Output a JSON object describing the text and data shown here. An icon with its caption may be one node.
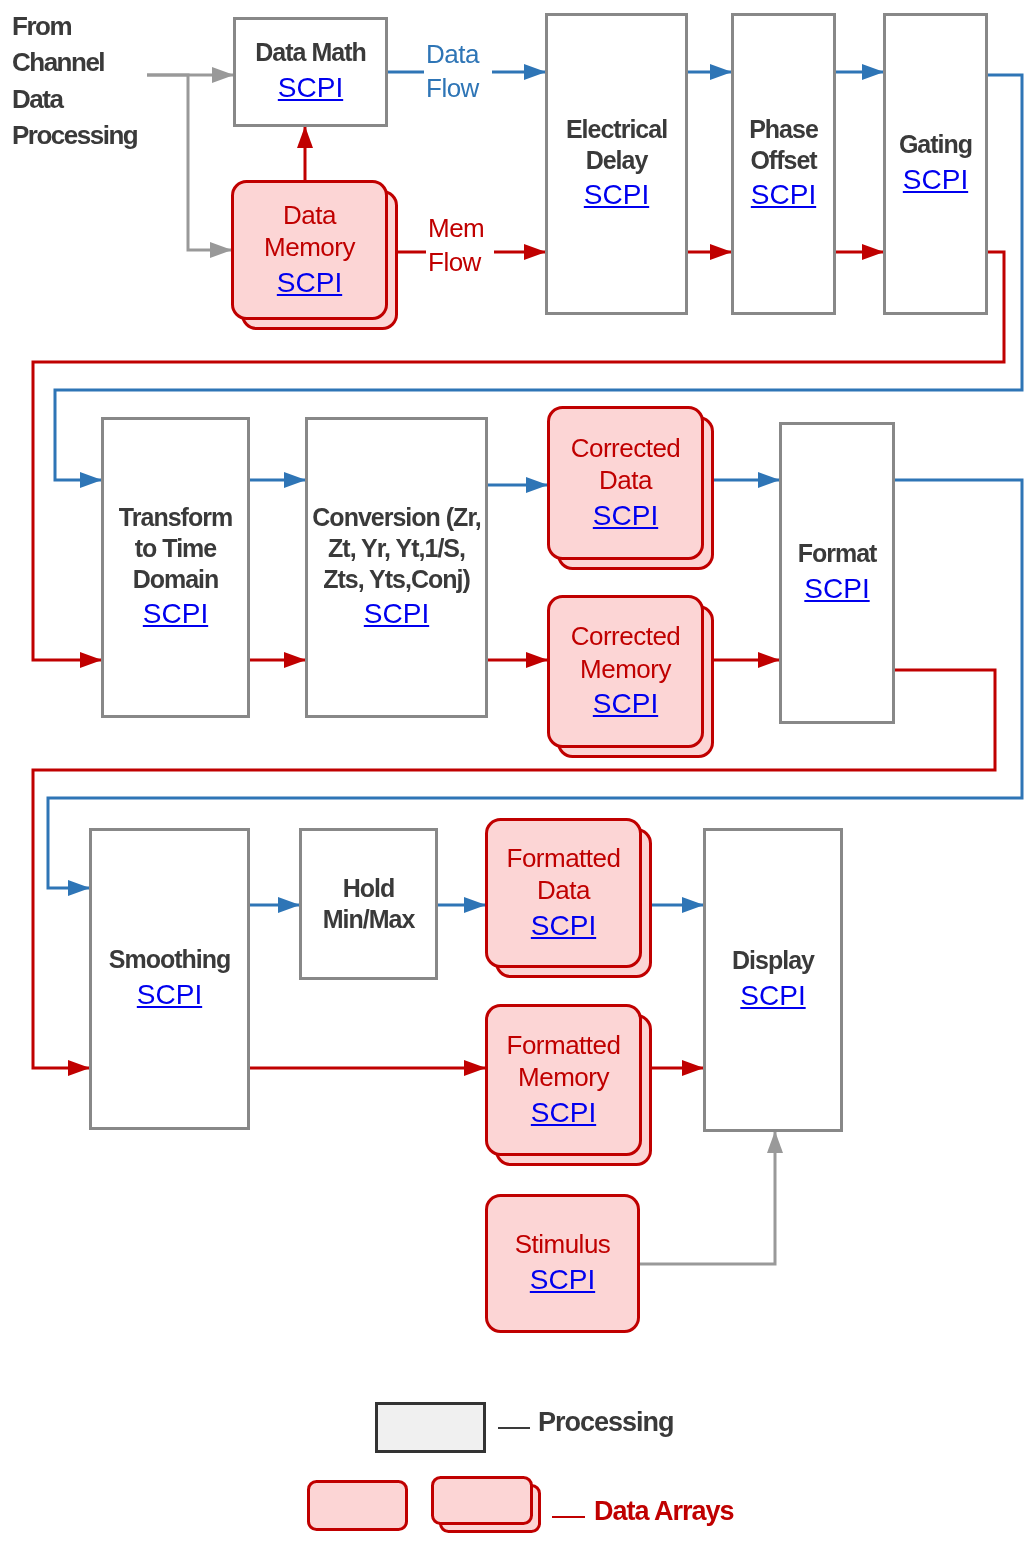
{
  "diagram": {
    "nodes": [
      {
        "text": [
          "From Channel Data Processing"
        ]
      },
      {
        "text": [
          "Data Math",
          "SCPI"
        ]
      },
      {
        "text": [
          "Data Memory",
          "SCPI"
        ]
      },
      {
        "text": [
          "Electrical Delay",
          "SCPI"
        ]
      },
      {
        "text": [
          "Phase Offset",
          "SCPI"
        ]
      },
      {
        "text": [
          "Gating",
          "SCPI"
        ]
      },
      {
        "text": [
          "Transform to Time Domain",
          "SCPI"
        ]
      },
      {
        "text": [
          "Conversion (Zr, Zt, Yr, Yt,1/S, Zts, Yts,Conj)",
          "SCPI"
        ]
      },
      {
        "text": [
          "Corrected Data",
          "SCPI"
        ]
      },
      {
        "text": [
          "Corrected Memory",
          "SCPI"
        ]
      },
      {
        "text": [
          "Format",
          "SCPI"
        ]
      },
      {
        "text": [
          "Smoothing",
          "SCPI"
        ]
      },
      {
        "text": [
          "Hold Min/Max"
        ]
      },
      {
        "text": [
          "Formatted Data",
          "SCPI"
        ]
      },
      {
        "text": [
          "Formatted Memory",
          "SCPI"
        ]
      },
      {
        "text": [
          "Display",
          "SCPI"
        ]
      },
      {
        "text": [
          "Stimulus",
          "SCPI"
        ]
      }
    ],
    "edges": [
      {
        "from": 0,
        "to": 1,
        "arrow": "to",
        "color": "#999999"
      },
      {
        "from": 0,
        "to": 2,
        "arrow": "to",
        "color": "#999999"
      },
      {
        "from": 2,
        "to": 1,
        "arrow": "to",
        "color": "#c00000"
      },
      {
        "from": 1,
        "to": 3,
        "arrow": "to",
        "label": "Data Flow",
        "color": "#2e75b6"
      },
      {
        "from": 2,
        "to": 3,
        "arrow": "to",
        "label": "Mem Flow",
        "color": "#c00000"
      },
      {
        "from": 3,
        "to": 4,
        "arrow": "to",
        "color": "#2e75b6"
      },
      {
        "from": 3,
        "to": 4,
        "arrow": "to",
        "color": "#c00000"
      },
      {
        "from": 4,
        "to": 5,
        "arrow": "to",
        "color": "#2e75b6"
      },
      {
        "from": 4,
        "to": 5,
        "arrow": "to",
        "color": "#c00000"
      },
      {
        "from": 5,
        "to": 6,
        "arrow": "to",
        "color": "#2e75b6"
      },
      {
        "from": 5,
        "to": 6,
        "arrow": "to",
        "color": "#c00000"
      },
      {
        "from": 6,
        "to": 7,
        "arrow": "to",
        "color": "#2e75b6"
      },
      {
        "from": 6,
        "to": 7,
        "arrow": "to",
        "color": "#c00000"
      },
      {
        "from": 7,
        "to": 8,
        "arrow": "to",
        "color": "#2e75b6"
      },
      {
        "from": 7,
        "to": 9,
        "arrow": "to",
        "color": "#c00000"
      },
      {
        "from": 8,
        "to": 10,
        "arrow": "to",
        "color": "#2e75b6"
      },
      {
        "from": 9,
        "to": 10,
        "arrow": "to",
        "color": "#c00000"
      },
      {
        "from": 10,
        "to": 11,
        "arrow": "to",
        "color": "#2e75b6"
      },
      {
        "from": 10,
        "to": 11,
        "arrow": "to",
        "color": "#c00000"
      },
      {
        "from": 11,
        "to": 12,
        "arrow": "to",
        "color": "#2e75b6"
      },
      {
        "from": 12,
        "to": 13,
        "arrow": "to",
        "color": "#2e75b6"
      },
      {
        "from": 13,
        "to": 15,
        "arrow": "to",
        "color": "#2e75b6"
      },
      {
        "from": 11,
        "to": 14,
        "arrow": "to",
        "color": "#c00000"
      },
      {
        "from": 14,
        "to": 15,
        "arrow": "to",
        "color": "#c00000"
      },
      {
        "from": 16,
        "to": 15,
        "arrow": "to",
        "color": "#999999"
      }
    ],
    "legend": [
      {
        "text": "Processing"
      },
      {
        "text": "Data Arrays"
      }
    ]
  }
}
